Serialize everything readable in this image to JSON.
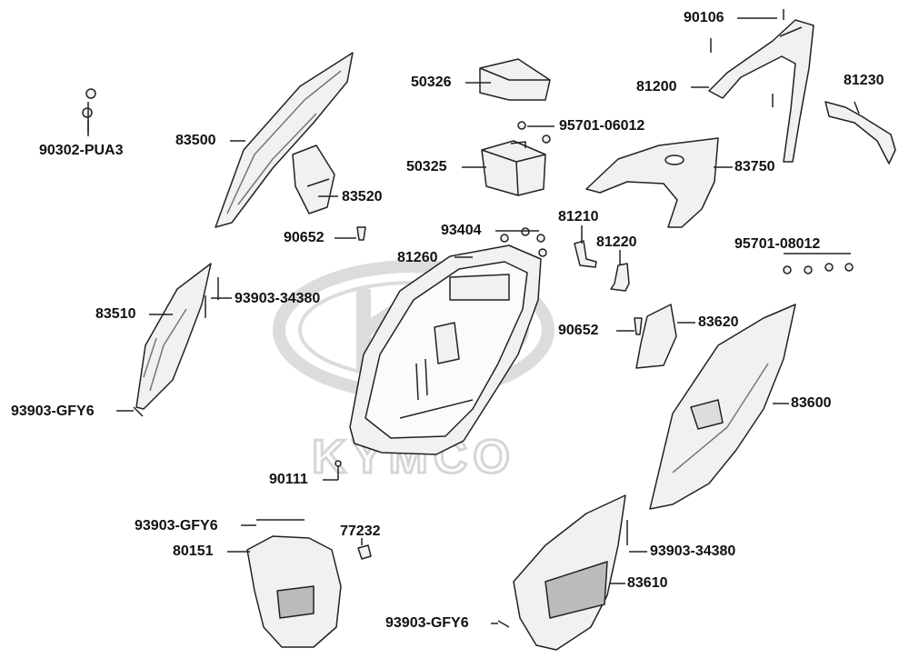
{
  "watermark": {
    "brand": "KYMCO",
    "color": "#d6d6d6"
  },
  "colors": {
    "line": "#222222",
    "part_fill": "#f1f1f1",
    "part_shade": "#9a9a9a"
  },
  "labels": {
    "p90106": "90106",
    "p81200": "81200",
    "p81230": "81230",
    "p50326": "50326",
    "p95701_06012": "95701-06012",
    "p50325": "50325",
    "p83750": "83750",
    "p90302": "90302-PUA3",
    "p83500": "83500",
    "p83520": "83520",
    "p90652a": "90652",
    "p93404": "93404",
    "p81210": "81210",
    "p81220": "81220",
    "p81260": "81260",
    "p95701_08012": "95701-08012",
    "p93903_34380a": "93903-34380",
    "p83510": "83510",
    "p90652b": "90652",
    "p83620": "83620",
    "p83600": "83600",
    "p93903_gfy6a": "93903-GFY6",
    "p90111": "90111",
    "p93903_gfy6b": "93903-GFY6",
    "p77232": "77232",
    "p80151": "80151",
    "p93903_34380b": "93903-34380",
    "p83610": "83610",
    "p93903_gfy6c": "93903-GFY6"
  }
}
